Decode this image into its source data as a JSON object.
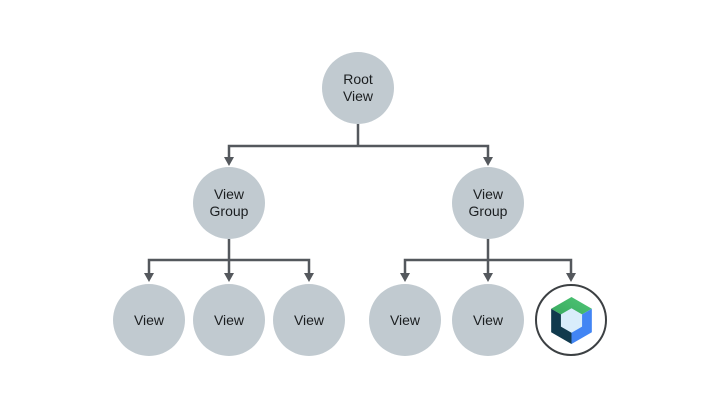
{
  "colors": {
    "background": "#ffffff",
    "node_fill": "#c1cad0",
    "node_text": "#1b1e20",
    "connector": "#54585d",
    "compose_ring": "#3c4043",
    "compose_green": "#36a65c",
    "compose_green_light": "#4fc676",
    "compose_blue": "#4285f4",
    "compose_navy": "#113a4d",
    "compose_inner": "#d9edfb"
  },
  "nodes": [
    {
      "id": "root-view",
      "label": "Root View"
    },
    {
      "id": "view-group-left",
      "label": "View Group"
    },
    {
      "id": "view-group-right",
      "label": "View Group"
    },
    {
      "id": "view-left-1",
      "label": "View"
    },
    {
      "id": "view-left-2",
      "label": "View"
    },
    {
      "id": "view-left-3",
      "label": "View"
    },
    {
      "id": "view-right-1",
      "label": "View"
    },
    {
      "id": "view-right-2",
      "label": "View"
    },
    {
      "id": "compose-leaf",
      "label": "",
      "icon": "jetpack-compose-logo"
    }
  ]
}
